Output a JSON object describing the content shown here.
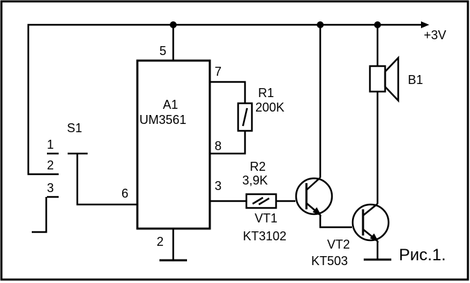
{
  "supply": {
    "label": "+3V"
  },
  "chip": {
    "ref": "A1",
    "model": "UM3561"
  },
  "pins": {
    "p5": "5",
    "p7": "7",
    "p8": "8",
    "p6": "6",
    "p3": "3",
    "p2": "2"
  },
  "r1": {
    "ref": "R1",
    "value": "200K"
  },
  "r2": {
    "ref": "R2",
    "value": "3,9K"
  },
  "switch": {
    "ref": "S1",
    "pos1": "1",
    "pos2": "2",
    "pos3": "3"
  },
  "vt1": {
    "ref": "VT1",
    "model": "KT3102"
  },
  "vt2": {
    "ref": "VT2",
    "model": "KT503"
  },
  "speaker": {
    "ref": "B1"
  },
  "caption": "Рис.1."
}
